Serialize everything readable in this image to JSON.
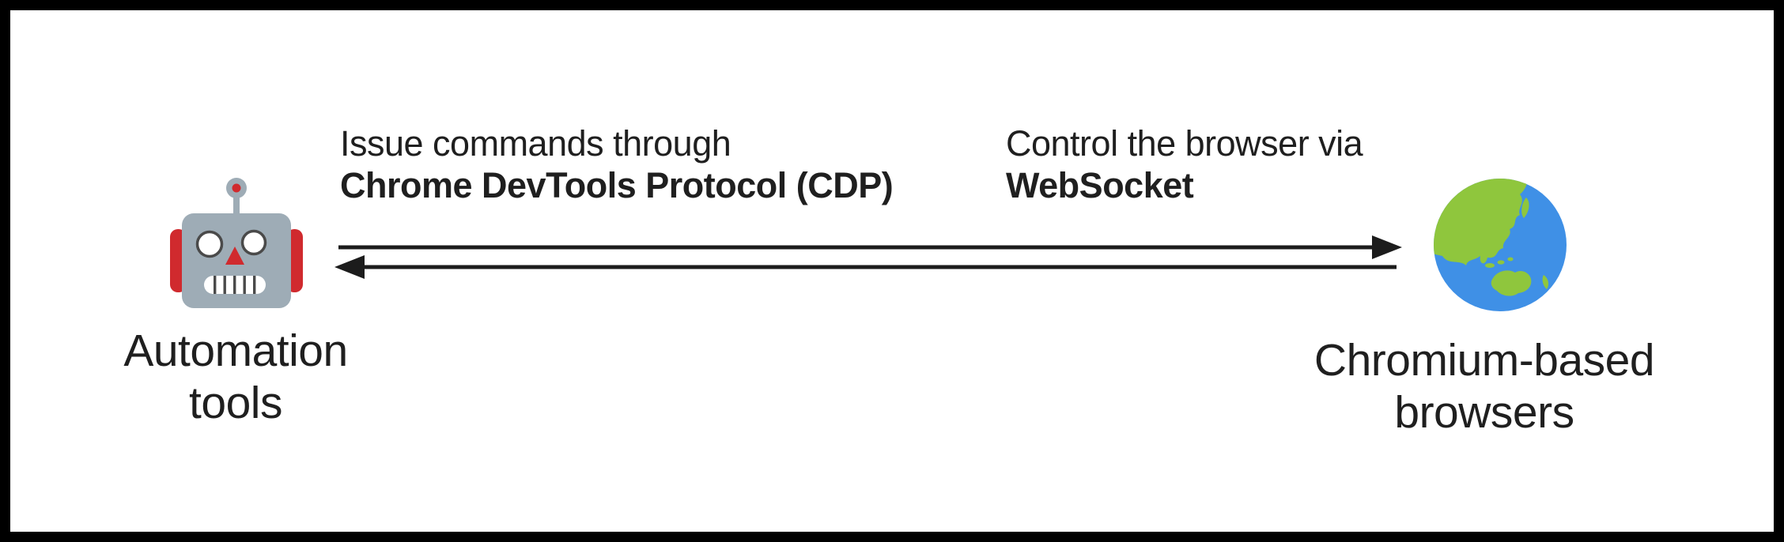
{
  "diagram": {
    "title": "Automation tools controlling Chromium-based browsers via CDP over WebSocket",
    "left_node": {
      "label_lines": [
        "Automation",
        "tools"
      ],
      "icon": "robot-face"
    },
    "right_node": {
      "label_lines": [
        "Chromium-based",
        "browsers"
      ],
      "icon": "globe-asia-australia"
    },
    "forward_annotation": {
      "line1": "Issue commands through",
      "line2": "Chrome DevTools Protocol (CDP)"
    },
    "return_annotation": {
      "line1": "Control the browser via",
      "line2": "WebSocket"
    },
    "arrows": {
      "top_direction": "left-to-right",
      "bottom_direction": "right-to-left"
    }
  },
  "colors": {
    "background": "#ffffff",
    "frame_border": "#000000",
    "text": "#1f1f1f",
    "arrow": "#1c1c1c",
    "robot_head": "#9eacb6",
    "robot_red": "#d02a2e",
    "robot_eye_outline": "#4a4a4a",
    "robot_teeth_gap": "#4a4a4a",
    "robot_eye_fill": "#ffffff",
    "globe_ocean": "#3f90e6",
    "globe_land": "#8fc63d"
  }
}
